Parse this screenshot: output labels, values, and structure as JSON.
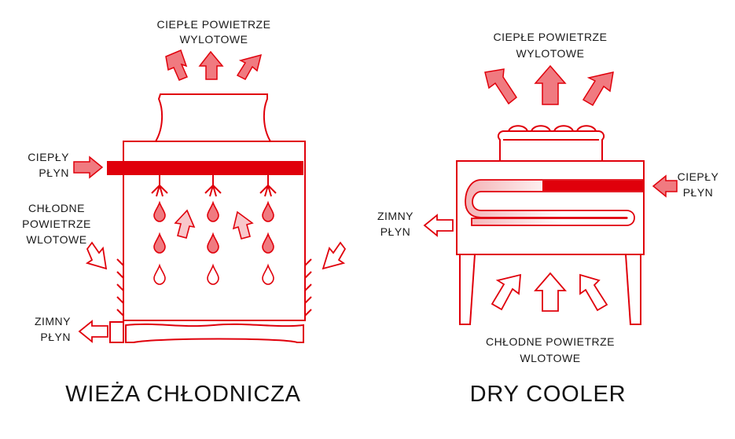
{
  "cooling_tower": {
    "title": "WIEŻA CHŁODNICZA",
    "out_air": [
      "CIEPŁE POWIETRZE",
      "WYLOTOWE"
    ],
    "hot_fluid": [
      "CIEPŁY",
      "PŁYN"
    ],
    "cool_air_in": [
      "CHŁODNE",
      "POWIETRZE",
      "WLOTOWE"
    ],
    "cold_fluid": [
      "ZIMNY",
      "PŁYN"
    ]
  },
  "dry_cooler": {
    "title": "DRY COOLER",
    "out_air": [
      "CIEPŁE POWIETRZE",
      "WYLOTOWE"
    ],
    "hot_fluid": [
      "CIEPŁY",
      "PŁYN"
    ],
    "cold_fluid": [
      "ZIMNY",
      "PŁYN"
    ],
    "cool_air_in": [
      "CHŁODNE POWIETRZE",
      "WLOTOWE"
    ]
  },
  "colors": {
    "accent": "#e0000b",
    "arrow_fill": "#f07a80",
    "arrow_light": "#f8c7ca"
  }
}
